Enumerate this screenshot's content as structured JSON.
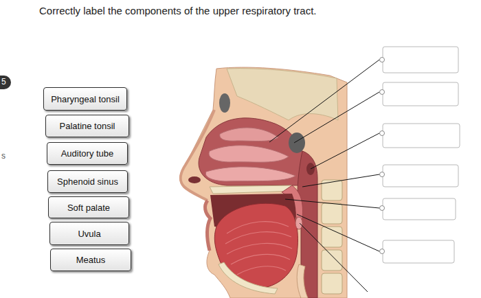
{
  "diagram": {
    "title": "Correctly label the components of the upper respiratory tract.",
    "nodes": [
      {
        "text": [
          "Pharyngeal tonsil"
        ]
      },
      {
        "text": [
          "Palatine tonsil"
        ]
      },
      {
        "text": [
          "Auditory tube"
        ]
      },
      {
        "text": [
          "Sphenoid sinus"
        ]
      },
      {
        "text": [
          "Soft palate"
        ]
      },
      {
        "text": [
          "Uvula"
        ]
      },
      {
        "text": [
          "Meatus"
        ]
      }
    ],
    "labels": [
      "5",
      "s"
    ]
  }
}
